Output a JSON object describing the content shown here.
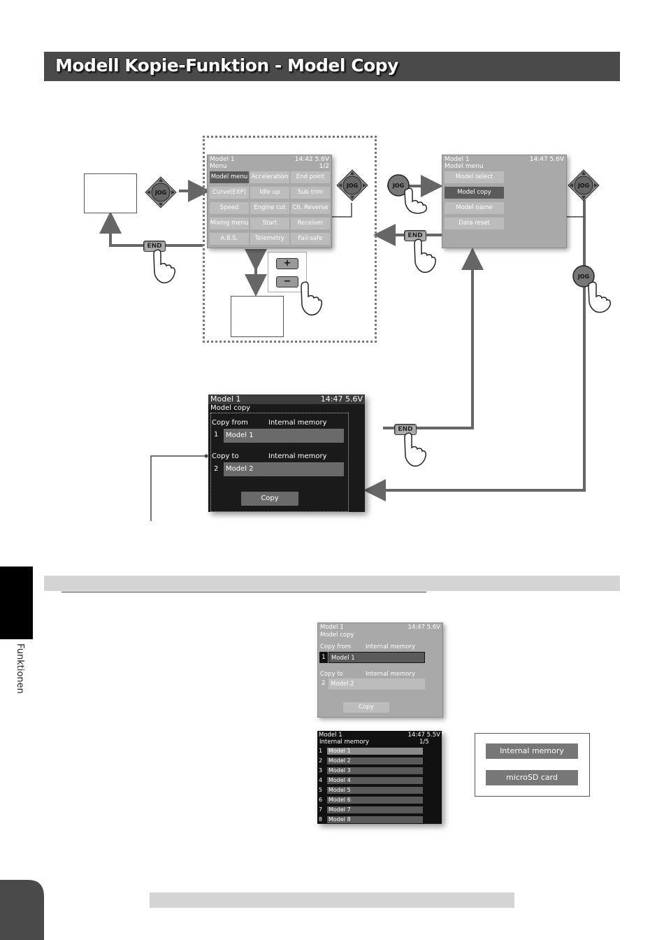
{
  "header": {
    "title": "Modell Kopie-Funktion - Model Copy"
  },
  "side_tab": {
    "label": "Funktionen"
  },
  "controls": {
    "jog": "JOG",
    "end": "END",
    "plus": "+",
    "minus": "−"
  },
  "menu_screen": {
    "model": "Model 1",
    "status": "14:42 5.6V",
    "title": "Menu",
    "page": "1/2",
    "cells": [
      "Model menu",
      "Acceleration",
      "End point",
      "Curve(EXP)",
      "Idle up",
      "Sub trim",
      "Speed",
      "Engine cut",
      "Ch. Reverse",
      "Mixing menu",
      "Start",
      "Receiver",
      "A.B.S.",
      "Telemetry",
      "Fail-safe"
    ]
  },
  "model_menu_screen": {
    "model": "Model 1",
    "status": "14:47 5.6V",
    "title": "Model menu",
    "items": [
      "Model select",
      "Model copy",
      "Model name",
      "Data reset"
    ]
  },
  "copy_screen_large": {
    "model": "Model 1",
    "status": "14:47 5.6V",
    "title": "Model copy",
    "copy_from_label": "Copy from",
    "copy_from_mem": "Internal memory",
    "copy_from_num": "1",
    "copy_from_model": "Model 1",
    "copy_to_label": "Copy to",
    "copy_to_mem": "Internal memory",
    "copy_to_num": "2",
    "copy_to_model": "Model 2",
    "copy_button": "Copy"
  },
  "copy_screen_small": {
    "model": "Model 1",
    "status": "14:47 5.6V",
    "title": "Model copy",
    "copy_from_label": "Copy from",
    "copy_from_mem": "Internal memory",
    "copy_from_num": "1",
    "copy_from_model": "Model 1",
    "copy_to_label": "Copy to",
    "copy_to_mem": "Internal memory",
    "copy_to_num": "2",
    "copy_to_model": "Model 2",
    "copy_button": "Copy"
  },
  "memory_screen": {
    "model": "Model 1",
    "status": "14:47 5.5V",
    "title": "Internal memory",
    "page": "1/5",
    "rows": [
      {
        "num": "1",
        "name": "Model 1"
      },
      {
        "num": "2",
        "name": "Model 2"
      },
      {
        "num": "3",
        "name": "Model 3"
      },
      {
        "num": "4",
        "name": "Model 4"
      },
      {
        "num": "5",
        "name": "Model 5"
      },
      {
        "num": "6",
        "name": "Model 6"
      },
      {
        "num": "7",
        "name": "Model 7"
      },
      {
        "num": "8",
        "name": "Model 8"
      }
    ]
  },
  "storage_options": {
    "internal": "Internal memory",
    "microsd": "microSD card"
  }
}
